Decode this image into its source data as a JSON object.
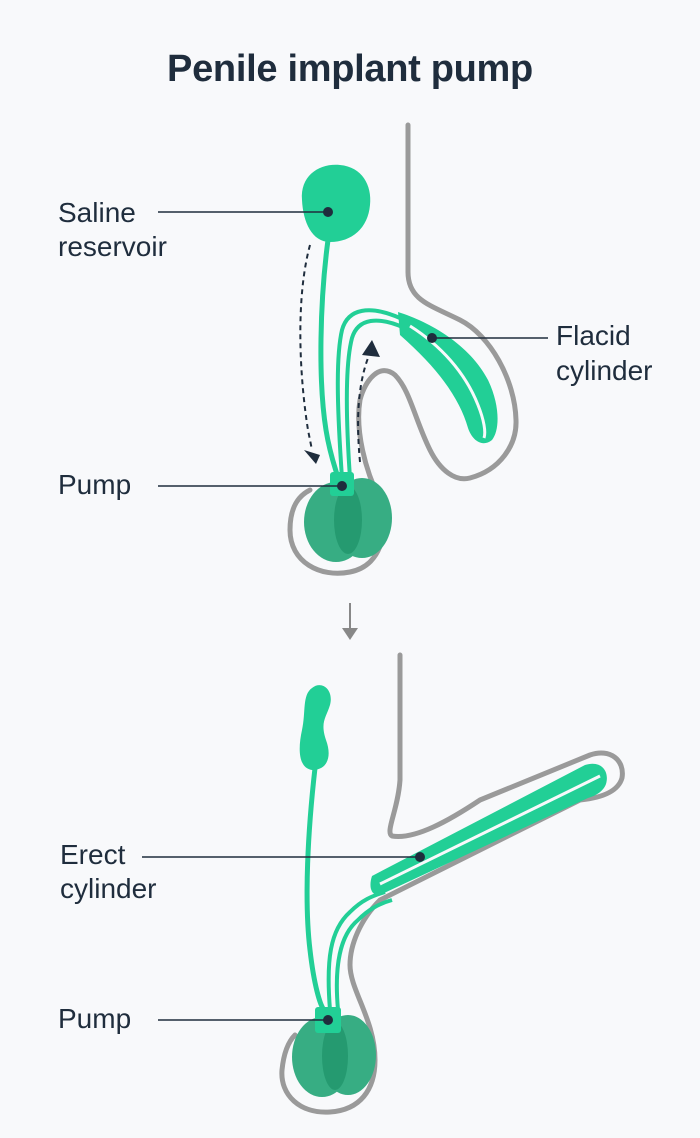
{
  "title": "Penile implant pump",
  "labels": {
    "top": {
      "saline_reservoir_line1": "Saline",
      "saline_reservoir_line2": "reservoir",
      "pump": "Pump",
      "flacid_line1": "Flacid",
      "flacid_line2": "cylinder"
    },
    "bottom": {
      "erect_line1": "Erect",
      "erect_line2": "cylinder",
      "pump": "Pump"
    }
  },
  "colors": {
    "background": "#f8f9fb",
    "implant_green": "#22cf96",
    "testis_green": "#37ad83",
    "testis_overlap": "#259a70",
    "outline_gray": "#9a9a9a",
    "text": "#1f2d3d"
  }
}
